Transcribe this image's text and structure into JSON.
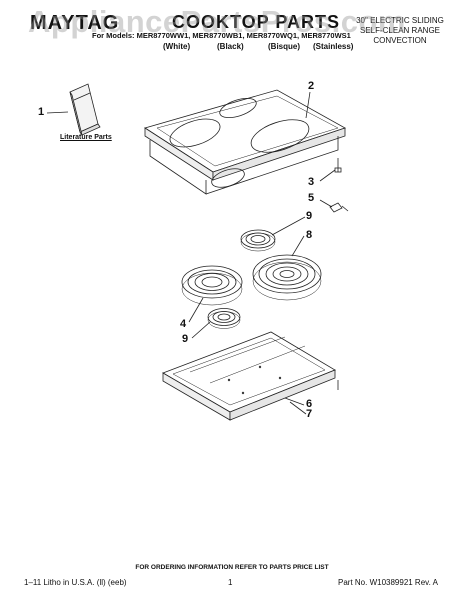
{
  "header": {
    "brand": "MAYTAG",
    "title": "COOKTOP PARTS",
    "watermark": "AppliancePartsPros.com",
    "note_lines": [
      "30\" ELECTRIC SLIDING",
      "SELF-CLEAN RANGE",
      "CONVECTION"
    ],
    "models": "For Models: MER8770WW1, MER8770WB1, MER8770WQ1, MER8770WS1",
    "colors": [
      "(White)",
      "(Black)",
      "(Bisque)",
      "(Stainless)"
    ]
  },
  "diagram": {
    "literature_label": "Literature Parts",
    "callouts": [
      "1",
      "2",
      "3",
      "5",
      "9",
      "8",
      "4",
      "9",
      "6",
      "7"
    ]
  },
  "footer": {
    "ordering_note": "FOR ORDERING INFORMATION REFER TO PARTS PRICE LIST",
    "litho": "1–11 Litho in U.S.A. (ll) (eeb)",
    "page": "1",
    "part_number": "Part No. W10389921 Rev. A"
  }
}
